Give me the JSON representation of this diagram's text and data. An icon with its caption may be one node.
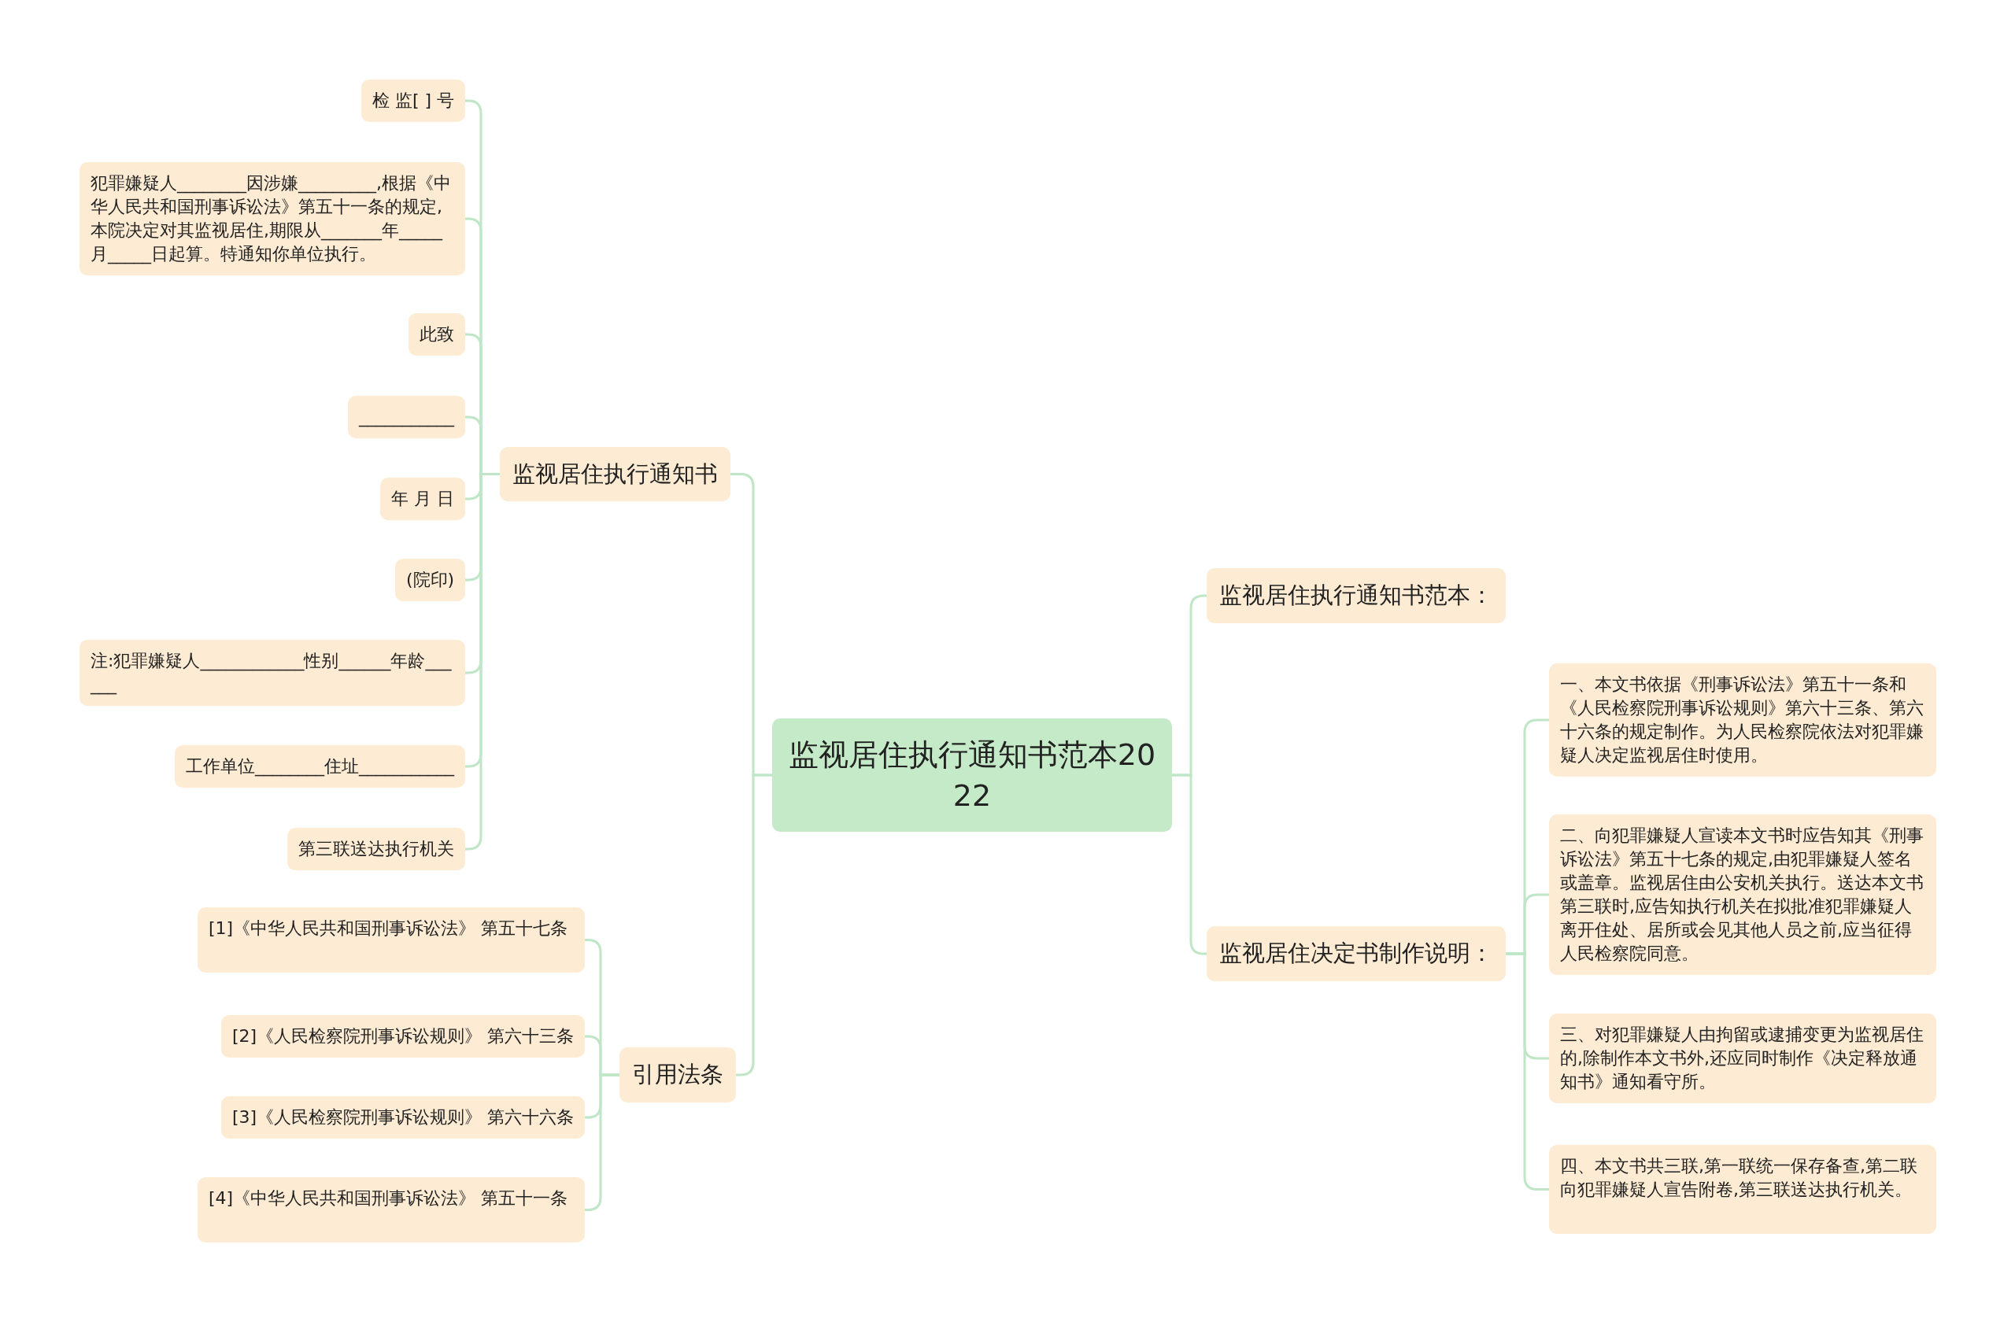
{
  "diagram": {
    "nodes": [
      {
        "text": [
          "监视居住执行通知书范本2022"
        ]
      },
      {
        "text": [
          "监视居住执行通知书"
        ]
      },
      {
        "text": [
          "检 监[ ] 号"
        ]
      },
      {
        "text": [
          "犯罪嫌疑人________因涉嫌_________,根据《中华人民共和国刑事诉讼法》第五十一条的规定,本院决定对其监视居住,期限从_______年_____月_____日起算。特通知你单位执行。"
        ]
      },
      {
        "text": [
          "此致"
        ]
      },
      {
        "text": [
          "___________"
        ]
      },
      {
        "text": [
          "年 月 日"
        ]
      },
      {
        "text": [
          "(院印)"
        ]
      },
      {
        "text": [
          "注:犯罪嫌疑人____________性别______年龄______"
        ]
      },
      {
        "text": [
          "工作单位________住址___________"
        ]
      },
      {
        "text": [
          "第三联送达执行机关"
        ]
      },
      {
        "text": [
          "引用法条"
        ]
      },
      {
        "text": [
          "[1]《中华人民共和国刑事诉讼法》 第五十七条"
        ]
      },
      {
        "text": [
          "[2]《人民检察院刑事诉讼规则》 第六十三条"
        ]
      },
      {
        "text": [
          "[3]《人民检察院刑事诉讼规则》 第六十六条"
        ]
      },
      {
        "text": [
          "[4]《中华人民共和国刑事诉讼法》 第五十一条"
        ]
      },
      {
        "text": [
          "监视居住执行通知书范本："
        ]
      },
      {
        "text": [
          "监视居住决定书制作说明："
        ]
      },
      {
        "text": [
          "一、本文书依据《刑事诉讼法》第五十一条和《人民检察院刑事诉讼规则》第六十三条、第六十六条的规定制作。为人民检察院依法对犯罪嫌疑人决定监视居住时使用。"
        ]
      },
      {
        "text": [
          "二、向犯罪嫌疑人宣读本文书时应告知其《刑事诉讼法》第五十七条的规定,由犯罪嫌疑人签名或盖章。监视居住由公安机关执行。送达本文书第三联时,应告知执行机关在拟批准犯罪嫌疑人离开住处、居所或会见其他人员之前,应当征得人民检察院同意。"
        ]
      },
      {
        "text": [
          "三、对犯罪嫌疑人由拘留或逮捕变更为监视居住的,除制作本文书外,还应同时制作《决定释放通知书》通知看守所。"
        ]
      },
      {
        "text": [
          "四、本文书共三联,第一联统一保存备查,第二联向犯罪嫌疑人宣告附卷,第三联送达执行机关。"
        ]
      }
    ],
    "edges": [
      {
        "from": 0,
        "to": 1,
        "arrow": "none"
      },
      {
        "from": 1,
        "to": 2,
        "arrow": "none"
      },
      {
        "from": 1,
        "to": 3,
        "arrow": "none"
      },
      {
        "from": 1,
        "to": 4,
        "arrow": "none"
      },
      {
        "from": 1,
        "to": 5,
        "arrow": "none"
      },
      {
        "from": 1,
        "to": 6,
        "arrow": "none"
      },
      {
        "from": 1,
        "to": 7,
        "arrow": "none"
      },
      {
        "from": 1,
        "to": 8,
        "arrow": "none"
      },
      {
        "from": 1,
        "to": 9,
        "arrow": "none"
      },
      {
        "from": 1,
        "to": 10,
        "arrow": "none"
      },
      {
        "from": 0,
        "to": 11,
        "arrow": "none"
      },
      {
        "from": 11,
        "to": 12,
        "arrow": "none"
      },
      {
        "from": 11,
        "to": 13,
        "arrow": "none"
      },
      {
        "from": 11,
        "to": 14,
        "arrow": "none"
      },
      {
        "from": 11,
        "to": 15,
        "arrow": "none"
      },
      {
        "from": 0,
        "to": 16,
        "arrow": "none"
      },
      {
        "from": 0,
        "to": 17,
        "arrow": "none"
      },
      {
        "from": 17,
        "to": 18,
        "arrow": "none"
      },
      {
        "from": 17,
        "to": 19,
        "arrow": "none"
      },
      {
        "from": 17,
        "to": 20,
        "arrow": "none"
      },
      {
        "from": 17,
        "to": 21,
        "arrow": "none"
      }
    ]
  }
}
